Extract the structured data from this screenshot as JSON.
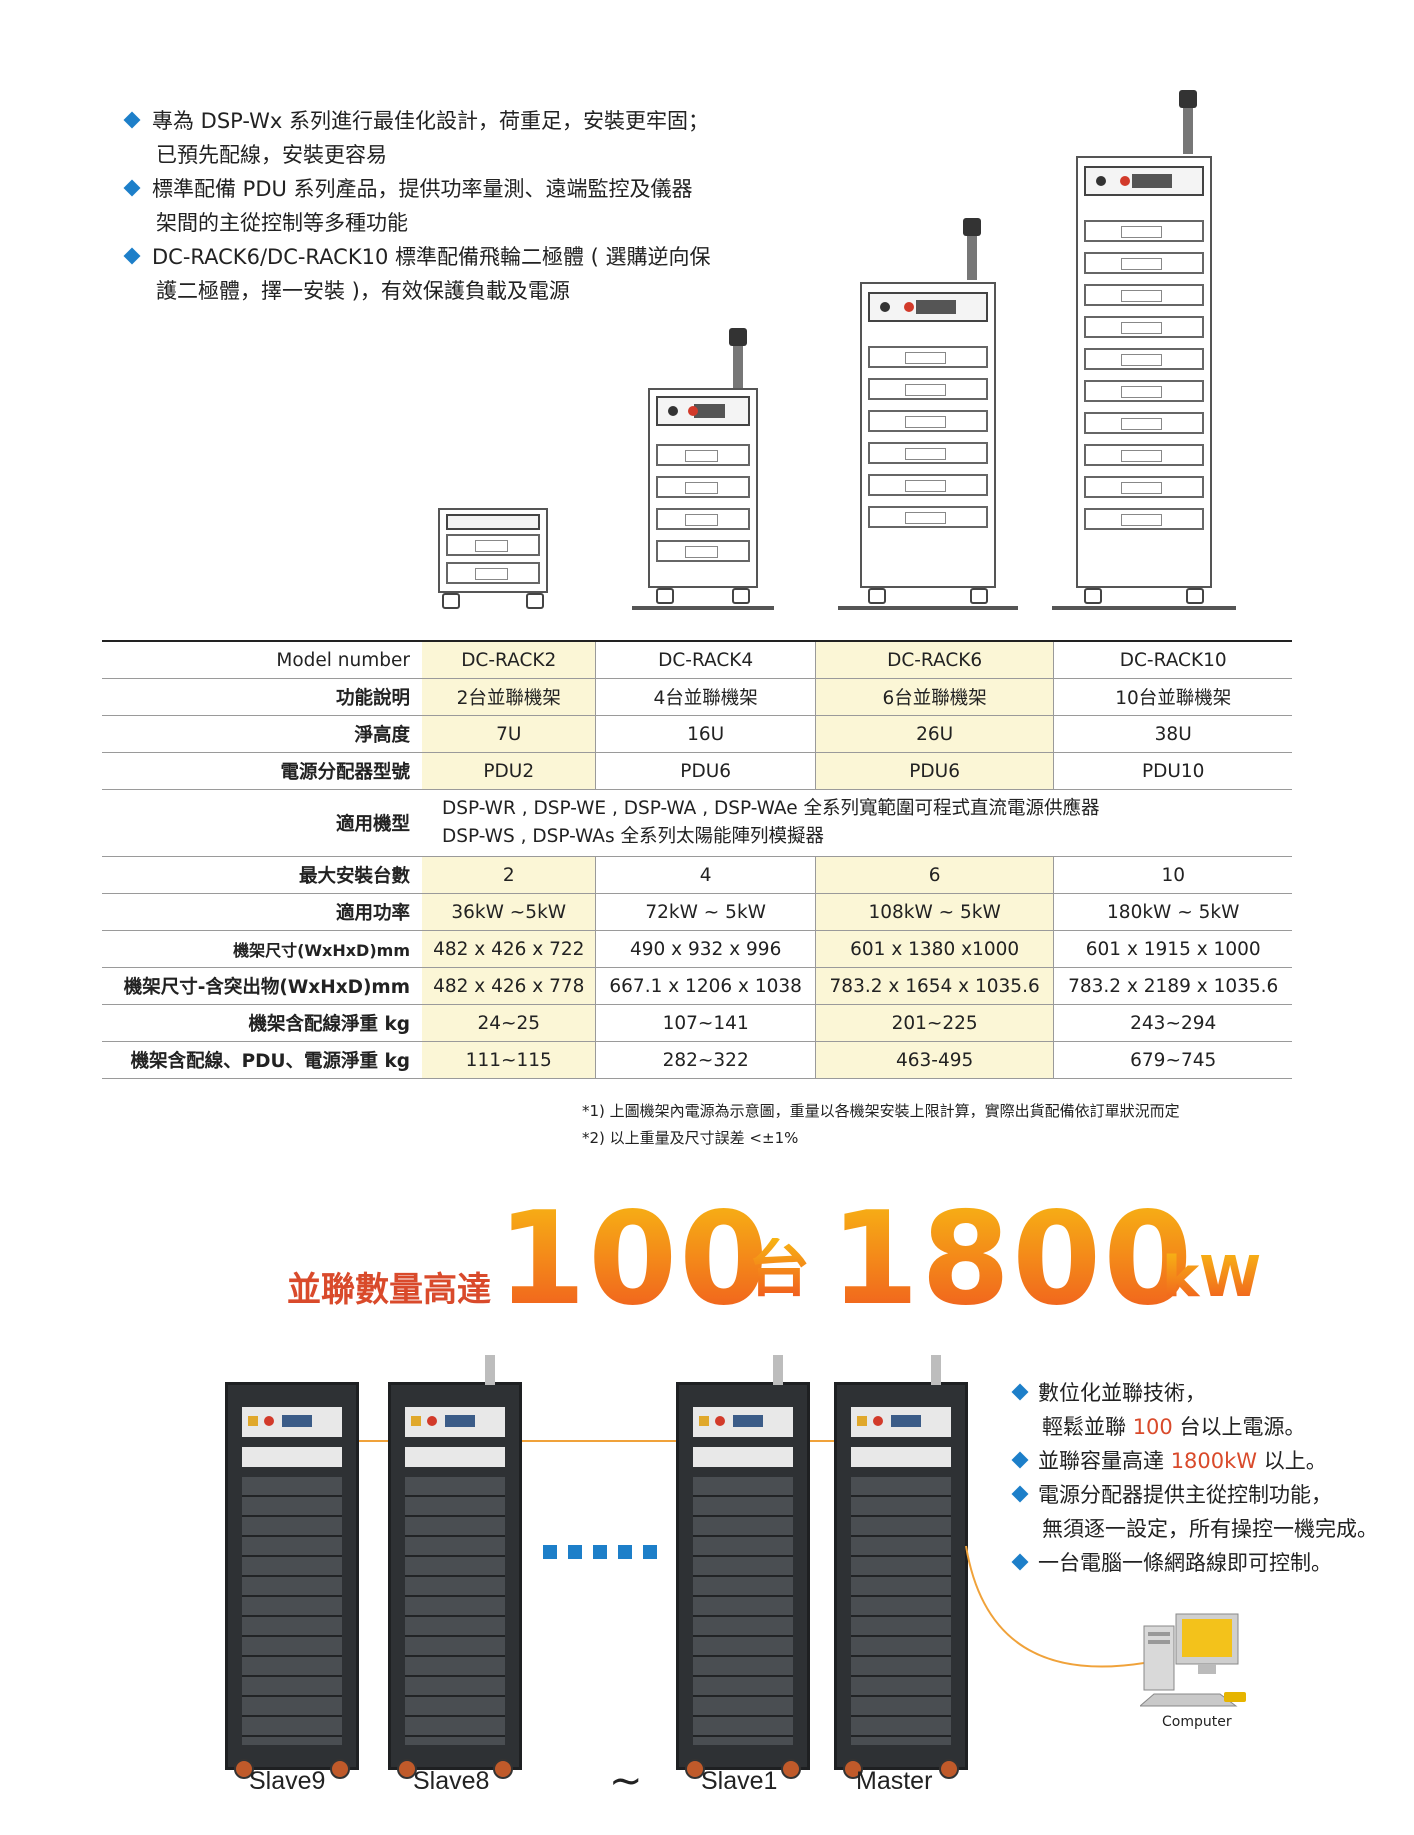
{
  "bullets_top": [
    {
      "line1": "專為 DSP-Wx 系列進行最佳化設計，荷重足，安裝更牢固；",
      "line2": "已預先配線，安裝更容易"
    },
    {
      "line1": "標準配備 PDU 系列產品，提供功率量測、遠端監控及儀器",
      "line2": "架間的主從控制等多種功能"
    },
    {
      "line1": "DC-RACK6/DC-RACK10 標準配備飛輪二極體 ( 選購逆向保",
      "line2": "護二極體，擇一安裝 )，有效保護負載及電源"
    }
  ],
  "table": {
    "labels": {
      "model": "Model number",
      "function": "功能說明",
      "height": "淨高度",
      "pdu": "電源分配器型號",
      "applicable": "適用機型",
      "max_units": "最大安裝台數",
      "power": "適用功率",
      "size": "機架尺寸(WxHxD)mm",
      "size_ext": "機架尺寸-含突出物(WxHxD)mm",
      "weight_wired": "機架含配線淨重 kg",
      "weight_full": "機架含配線、PDU、電源淨重 kg"
    },
    "models": [
      {
        "name": "DC-RACK2",
        "function": "2台並聯機架",
        "height": "7U",
        "pdu": "PDU2",
        "max_units": "2",
        "power": "36kW ~5kW",
        "size": "482 x 426 x 722",
        "size_ext": "482 x 426 x 778",
        "weight_wired": "24~25",
        "weight_full": "111~115"
      },
      {
        "name": "DC-RACK4",
        "function": "4台並聯機架",
        "height": "16U",
        "pdu": "PDU6",
        "max_units": "4",
        "power": "72kW ~ 5kW",
        "size": "490 x 932 x 996",
        "size_ext": "667.1 x 1206 x 1038",
        "weight_wired": "107~141",
        "weight_full": "282~322"
      },
      {
        "name": "DC-RACK6",
        "function": "6台並聯機架",
        "height": "26U",
        "pdu": "PDU6",
        "max_units": "6",
        "power": "108kW ~ 5kW",
        "size": "601 x 1380 x1000",
        "size_ext": "783.2 x 1654 x 1035.6",
        "weight_wired": "201~225",
        "weight_full": "463-495"
      },
      {
        "name": "DC-RACK10",
        "function": "10台並聯機架",
        "height": "38U",
        "pdu": "PDU10",
        "max_units": "10",
        "power": "180kW ~ 5kW",
        "size": "601 x 1915 x 1000",
        "size_ext": "783.2 x 2189 x 1035.6",
        "weight_wired": "243~294",
        "weight_full": "679~745"
      }
    ],
    "applicable_line1": "DSP-WR , DSP-WE , DSP-WA , DSP-WAe 全系列寬範圍可程式直流電源供應器",
    "applicable_line2": "DSP-WS , DSP-WAs 全系列太陽能陣列模擬器"
  },
  "notes": [
    "*1) 上圖機架內電源為示意圖，重量以各機架安裝上限計算，實際出貨配備依訂單狀況而定",
    "*2) 以上重量及尺寸誤差 <±1%"
  ],
  "headline": {
    "prefix": "並聯數量高達",
    "count": "100",
    "unit_tai": "台",
    "power": "1800",
    "unit_kw": "kW"
  },
  "rack_labels": [
    "Slave9",
    "Slave8",
    "~",
    "Slave1",
    "Master"
  ],
  "bullets_bottom": {
    "b1_line1": "數位化並聯技術，",
    "b1_line2_pre": "輕鬆並聯 ",
    "b1_line2_hi": "100",
    "b1_line2_post": " 台以上電源。",
    "b2_pre": "並聯容量高達 ",
    "b2_hi": "1800kW",
    "b2_post": " 以上。",
    "b3_line1": "電源分配器提供主從控制功能，",
    "b3_line2": "無須逐一設定，所有操控一機完成。",
    "b4": "一台電腦一條網路線即可控制。"
  },
  "computer_label": "Computer",
  "colors": {
    "accent_blue": "#1d7fc9",
    "headline_orange": "#f05a1f",
    "highlight_yellow": "#fbf6d6",
    "text_red": "#d94a2b"
  }
}
